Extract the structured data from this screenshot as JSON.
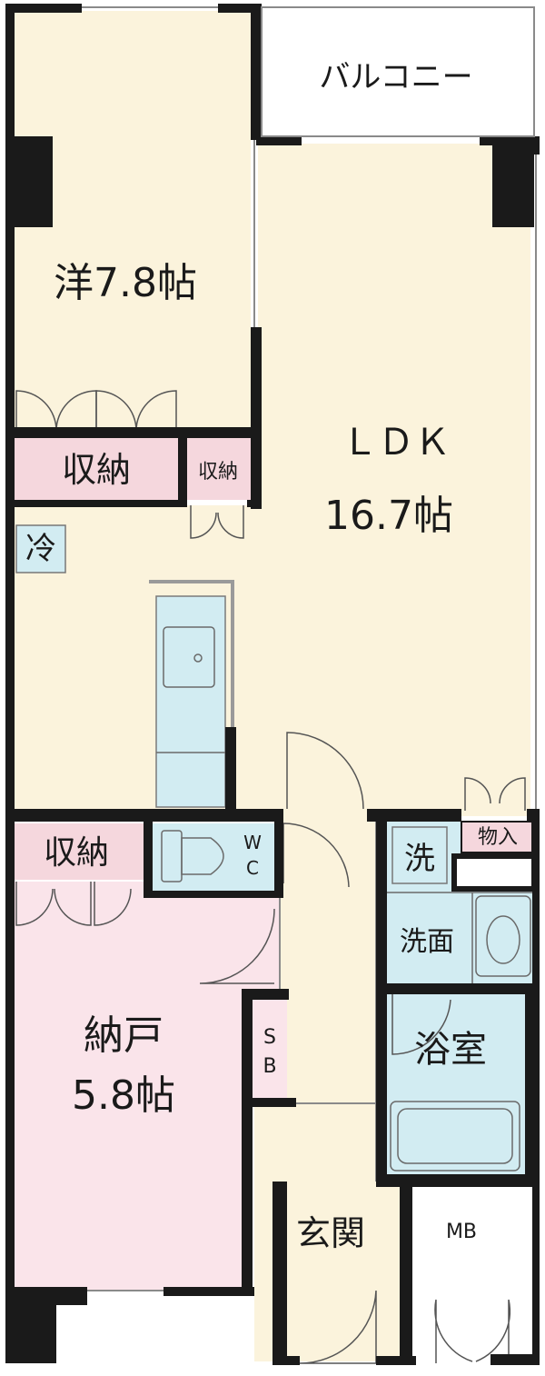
{
  "floor_plan": {
    "colors": {
      "floor": "#fbf3dc",
      "storage": "#f5d7dd",
      "storeroom": "#fae4ea",
      "water": "#d2ecf2",
      "wall": "#1a1a1a",
      "outline": "#5a5a5a"
    },
    "rooms": {
      "balcony": "バルコニー",
      "western_room": "洋7.8帖",
      "ldk_name": "ＬＤＫ",
      "ldk_size": "16.7帖",
      "storage_large": "収納",
      "storage_small": "収納",
      "fridge": "冷",
      "storage_nando": "収納",
      "wc_w": "W",
      "wc_c": "C",
      "monoire": "物入",
      "washer": "洗",
      "washroom": "洗面",
      "bathroom": "浴室",
      "nando_name": "納戸",
      "nando_size": "5.8帖",
      "sb_s": "S",
      "sb_b": "B",
      "genkan": "玄関",
      "mb": "MB"
    }
  }
}
